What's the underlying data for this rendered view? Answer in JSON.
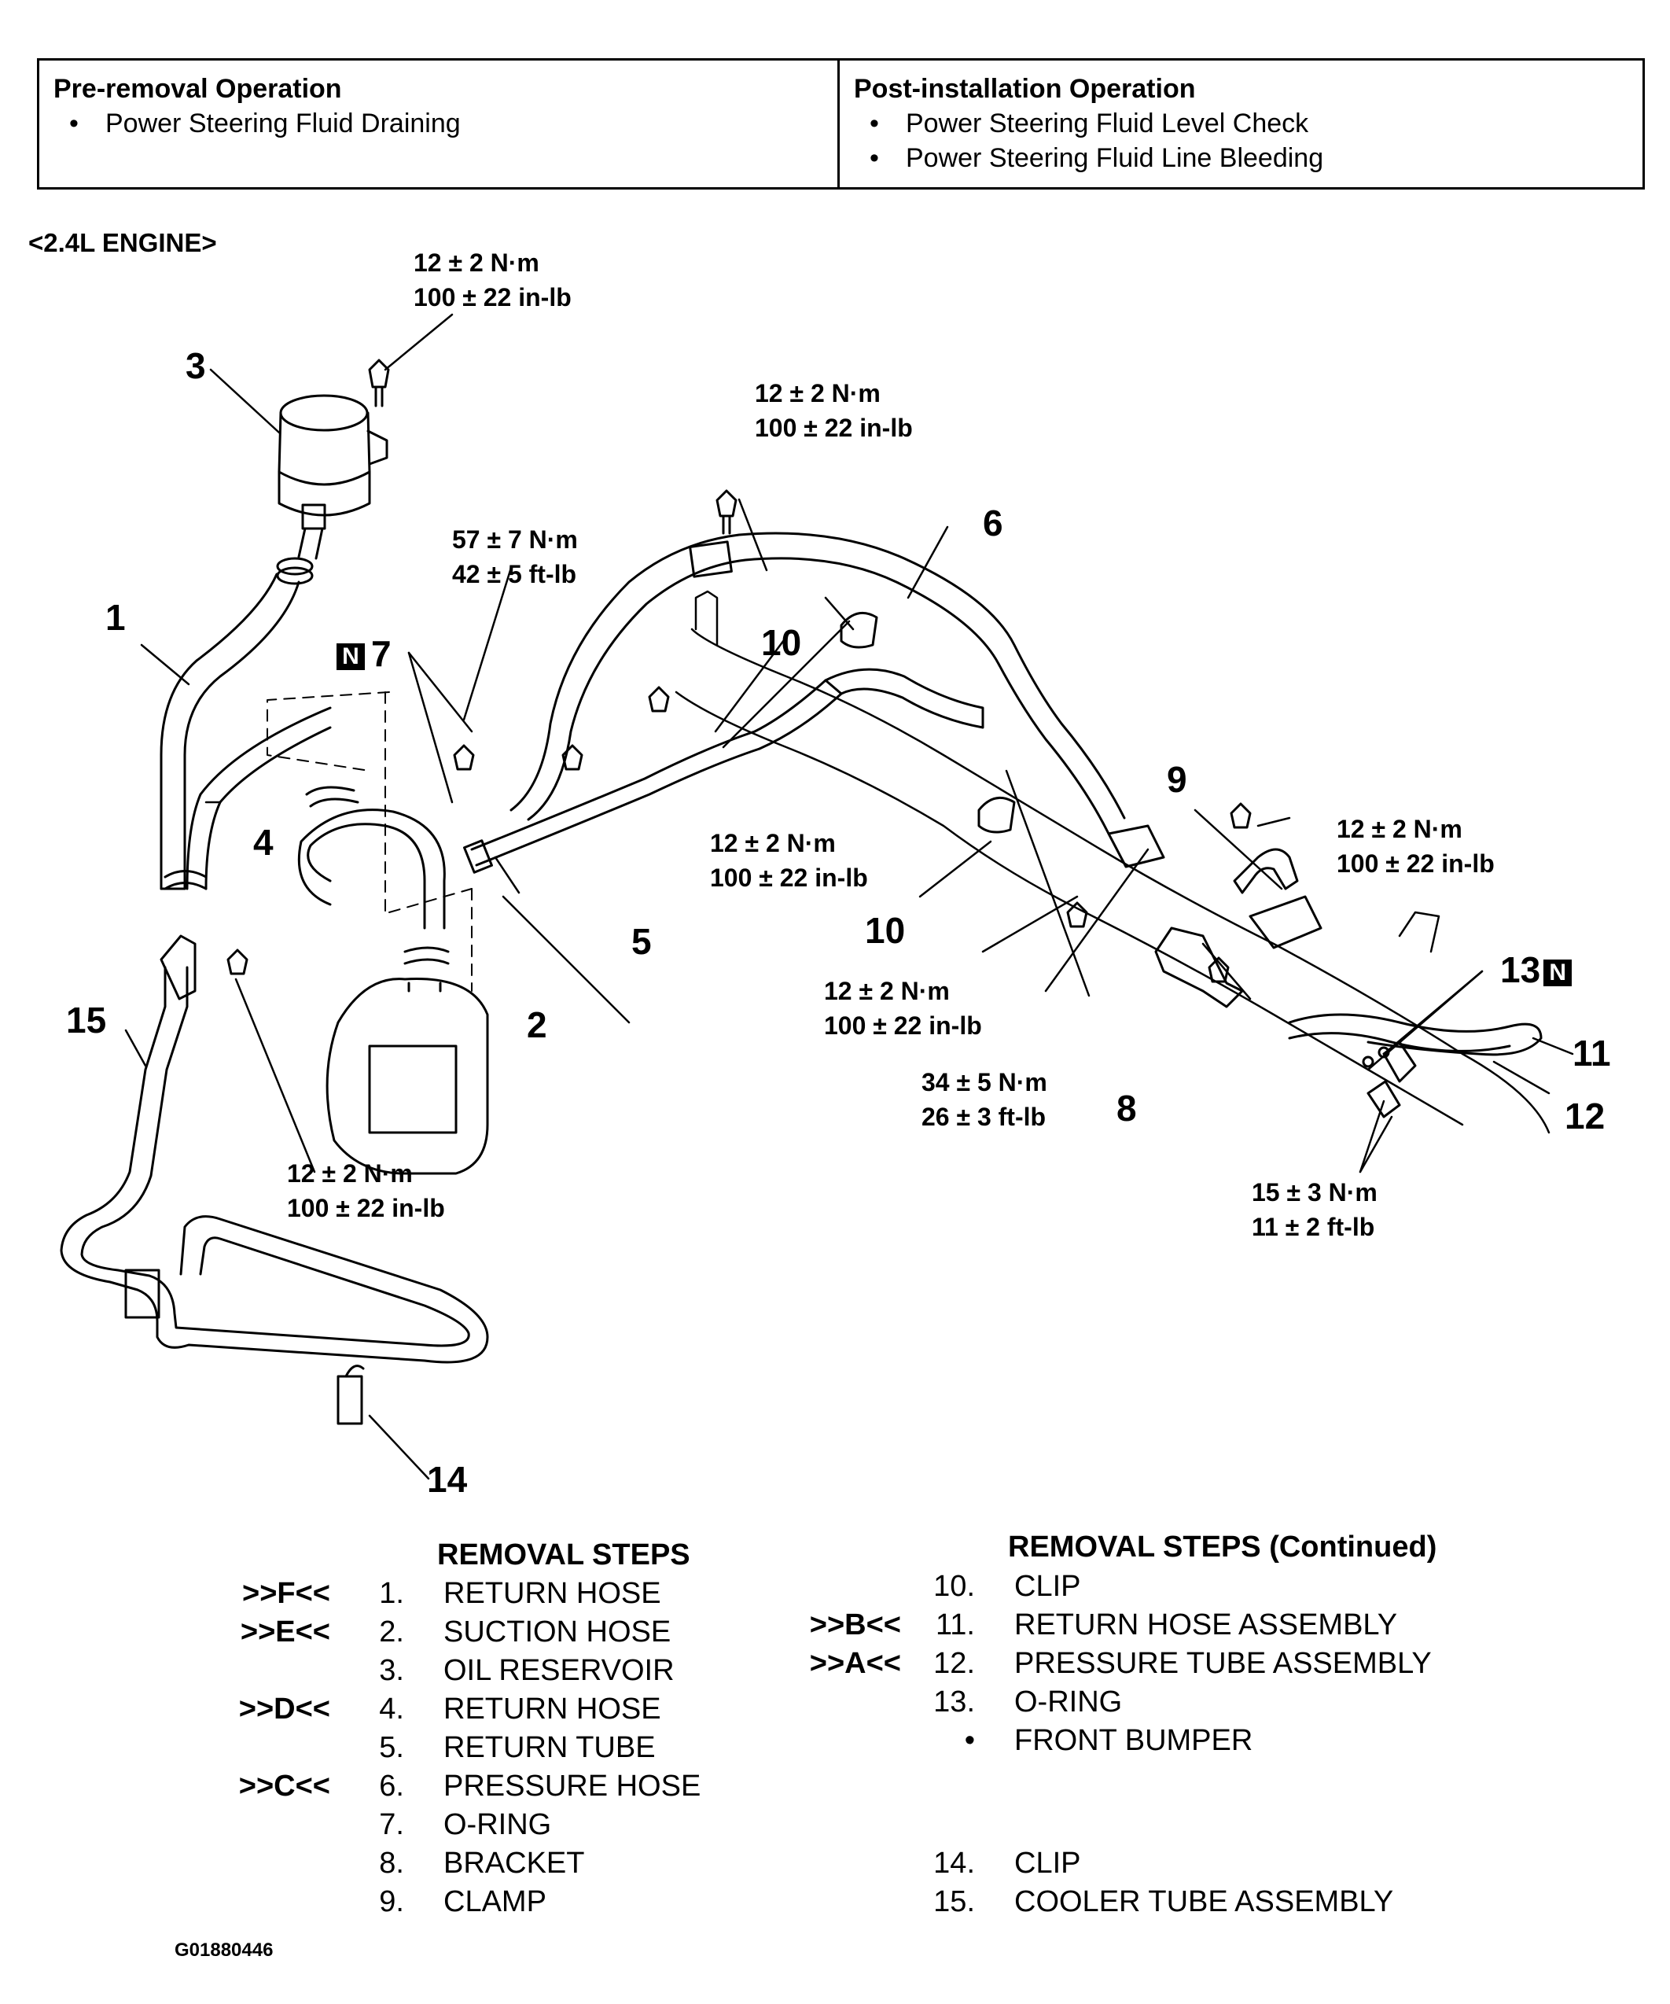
{
  "operations": {
    "pre_removal": {
      "title": "Pre-removal Operation",
      "items": [
        "Power Steering Fluid Draining"
      ]
    },
    "post_installation": {
      "title": "Post-installation Operation",
      "items": [
        "Power Steering Fluid Level Check",
        "Power Steering Fluid Line Bleeding"
      ]
    }
  },
  "engine_label": "<2.4L ENGINE>",
  "torque": {
    "t_reservoir": [
      "12 ± 2 N·m",
      "100 ± 22 in-lb"
    ],
    "t_pressure_bolt": [
      "12 ± 2 N·m",
      "100 ± 22 in-lb"
    ],
    "t_union": [
      "57 ± 7 N·m",
      "42 ± 5 ft-lb"
    ],
    "t_return_tube": [
      "12 ± 2 N·m",
      "100 ± 22 in-lb"
    ],
    "t_clamp": [
      "12 ± 2 N·m",
      "100 ± 22 in-lb"
    ],
    "t_bracket": [
      "12 ± 2 N·m",
      "100 ± 22 in-lb"
    ],
    "t_flare": [
      "34 ± 5 N·m",
      "26 ± 3 ft-lb"
    ],
    "t_cooler": [
      "12 ± 2 N·m",
      "100 ± 22 in-lb"
    ],
    "t_gear": [
      "15 ± 3 N·m",
      "11 ± 2 ft-lb"
    ]
  },
  "callouts": {
    "c1": "1",
    "c2": "2",
    "c3": "3",
    "c4": "4",
    "c5": "5",
    "c6": "6",
    "c7": "7",
    "c8": "8",
    "c9": "9",
    "c10a": "10",
    "c10b": "10",
    "c11": "11",
    "c12": "12",
    "c13": "13",
    "c14": "14",
    "c15": "15",
    "n_mark": "N"
  },
  "removal_steps": {
    "title": "REMOVAL STEPS",
    "items": [
      {
        "code": ">>F<<",
        "num": "1.",
        "label": "RETURN HOSE"
      },
      {
        "code": ">>E<<",
        "num": "2.",
        "label": "SUCTION HOSE"
      },
      {
        "code": "",
        "num": "3.",
        "label": "OIL RESERVOIR"
      },
      {
        "code": ">>D<<",
        "num": "4.",
        "label": "RETURN HOSE"
      },
      {
        "code": "",
        "num": "5.",
        "label": "RETURN TUBE"
      },
      {
        "code": ">>C<<",
        "num": "6.",
        "label": "PRESSURE HOSE"
      },
      {
        "code": "",
        "num": "7.",
        "label": "O-RING"
      },
      {
        "code": "",
        "num": "8.",
        "label": "BRACKET"
      },
      {
        "code": "",
        "num": "9.",
        "label": "CLAMP"
      }
    ]
  },
  "removal_steps_cont": {
    "title": "REMOVAL STEPS (Continued)",
    "items": [
      {
        "code": "",
        "num": "10.",
        "label": "CLIP"
      },
      {
        "code": ">>B<<",
        "num": "11.",
        "label": "RETURN HOSE ASSEMBLY"
      },
      {
        "code": ">>A<<",
        "num": "12.",
        "label": "PRESSURE TUBE ASSEMBLY"
      },
      {
        "code": "",
        "num": "13.",
        "label": "O-RING"
      },
      {
        "code": "",
        "num": "•",
        "label": "FRONT BUMPER"
      },
      {
        "code": "",
        "num": "14.",
        "label": "CLIP"
      },
      {
        "code": "",
        "num": "15.",
        "label": "COOLER TUBE ASSEMBLY"
      }
    ]
  },
  "figure_id": "G01880446"
}
